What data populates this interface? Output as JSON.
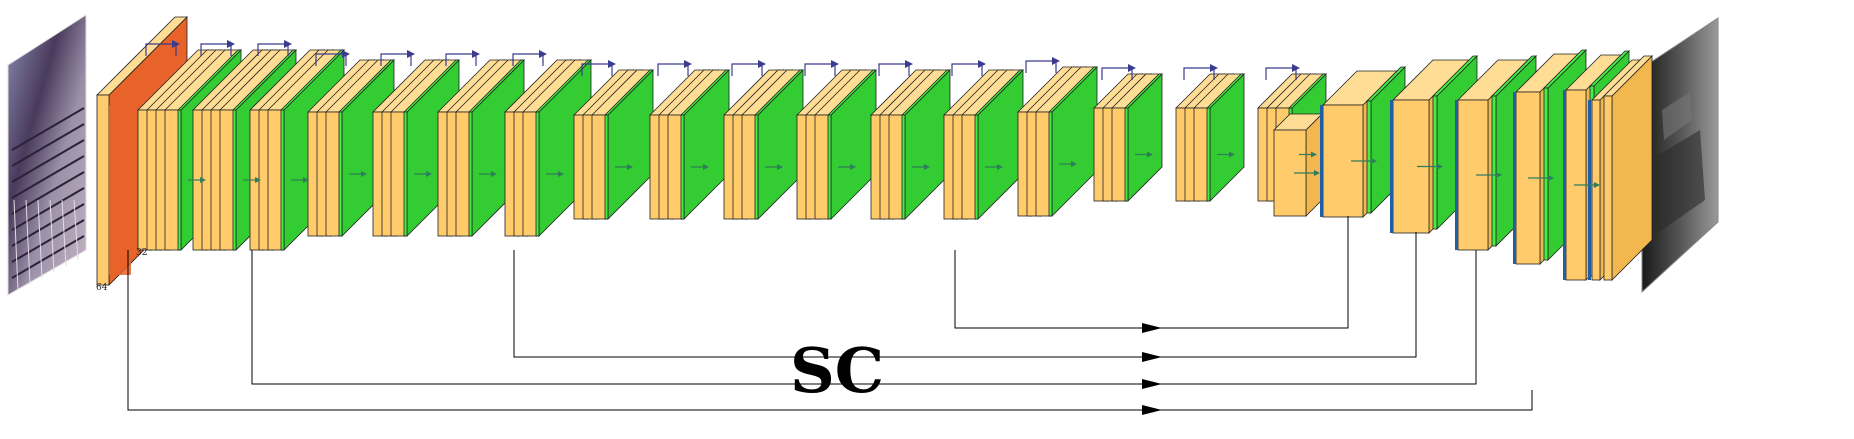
{
  "labels": {
    "input_channels": "64",
    "first_block_channels": "32",
    "skip_connection": "SC"
  },
  "colors": {
    "conv_face": "#FFCB6B",
    "conv_side": "#F2B84F",
    "conv_top": "#FFDD94",
    "activation": "#44EE44",
    "activation_dark": "#33CC33",
    "first_layer_side": "#E8632A",
    "norm_strip": "#1F5FA8",
    "residual_arrow": "#3B3B8F",
    "flow_arrow": "#2E7D5B",
    "edge": "#222222",
    "skip_line": "#000000"
  },
  "icons": {
    "input": "indoor-rgb-photo-thumbnail",
    "output": "grayscale-depth-map-thumbnail"
  }
}
